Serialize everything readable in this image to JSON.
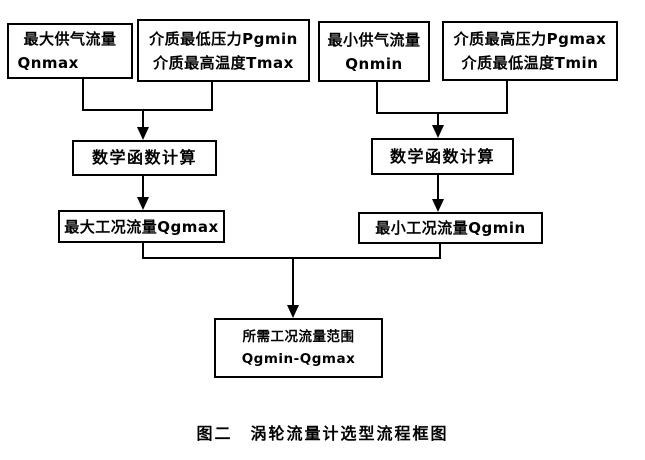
{
  "page": {
    "background_color": "#ffffff",
    "line_color": "#000000",
    "text_color": "#000000",
    "caption": "图二　涡轮流量计选型流程框图"
  },
  "flowchart": {
    "nodes": {
      "qnmax": {
        "line1": "最大供气流量",
        "line2": "Qnmax"
      },
      "pgmin_tmax": {
        "line1": "介质最低压力Pgmin",
        "line2": "介质最高温度Tmax"
      },
      "qnmin": {
        "line1": "最小供气流量",
        "line2": "Qnmin"
      },
      "pgmax_tmin": {
        "line1": "介质最高压力Pgmax",
        "line2": "介质最低温度Tmin"
      },
      "calc_left": {
        "label": "数学函数计算"
      },
      "calc_right": {
        "label": "数学函数计算"
      },
      "qgmax": {
        "label": "最大工况流量Qgmax"
      },
      "qgmin": {
        "label": "最小工况流量Qgmin"
      },
      "result": {
        "line1": "所需工况流量范围",
        "line2": "Qgmin-Qgmax"
      }
    }
  }
}
